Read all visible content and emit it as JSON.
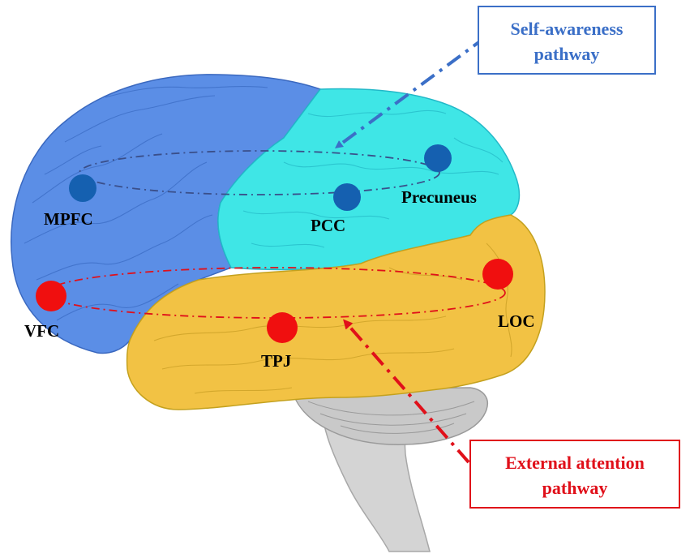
{
  "colors": {
    "frontal": "#5b8ee6",
    "frontal_dark": "#3f6fca",
    "parietal": "#3fe6e6",
    "temporal": "#f2c244",
    "cerebellum": "#c9c9c9",
    "self_awareness": "#3b6fc7",
    "external_attention": "#e0101a",
    "blue_node": "#1560b0",
    "red_node": "#f00f0f"
  },
  "nodes": {
    "mpfc": "MPFC",
    "pcc": "PCC",
    "precuneus": "Precuneus",
    "vfc": "VFC",
    "tpj": "TPJ",
    "loc": "LOC"
  },
  "callouts": {
    "self_awareness": {
      "line1": "Self-awareness",
      "line2": "pathway"
    },
    "external_attention": {
      "line1": "External attention",
      "line2": "pathway"
    }
  }
}
